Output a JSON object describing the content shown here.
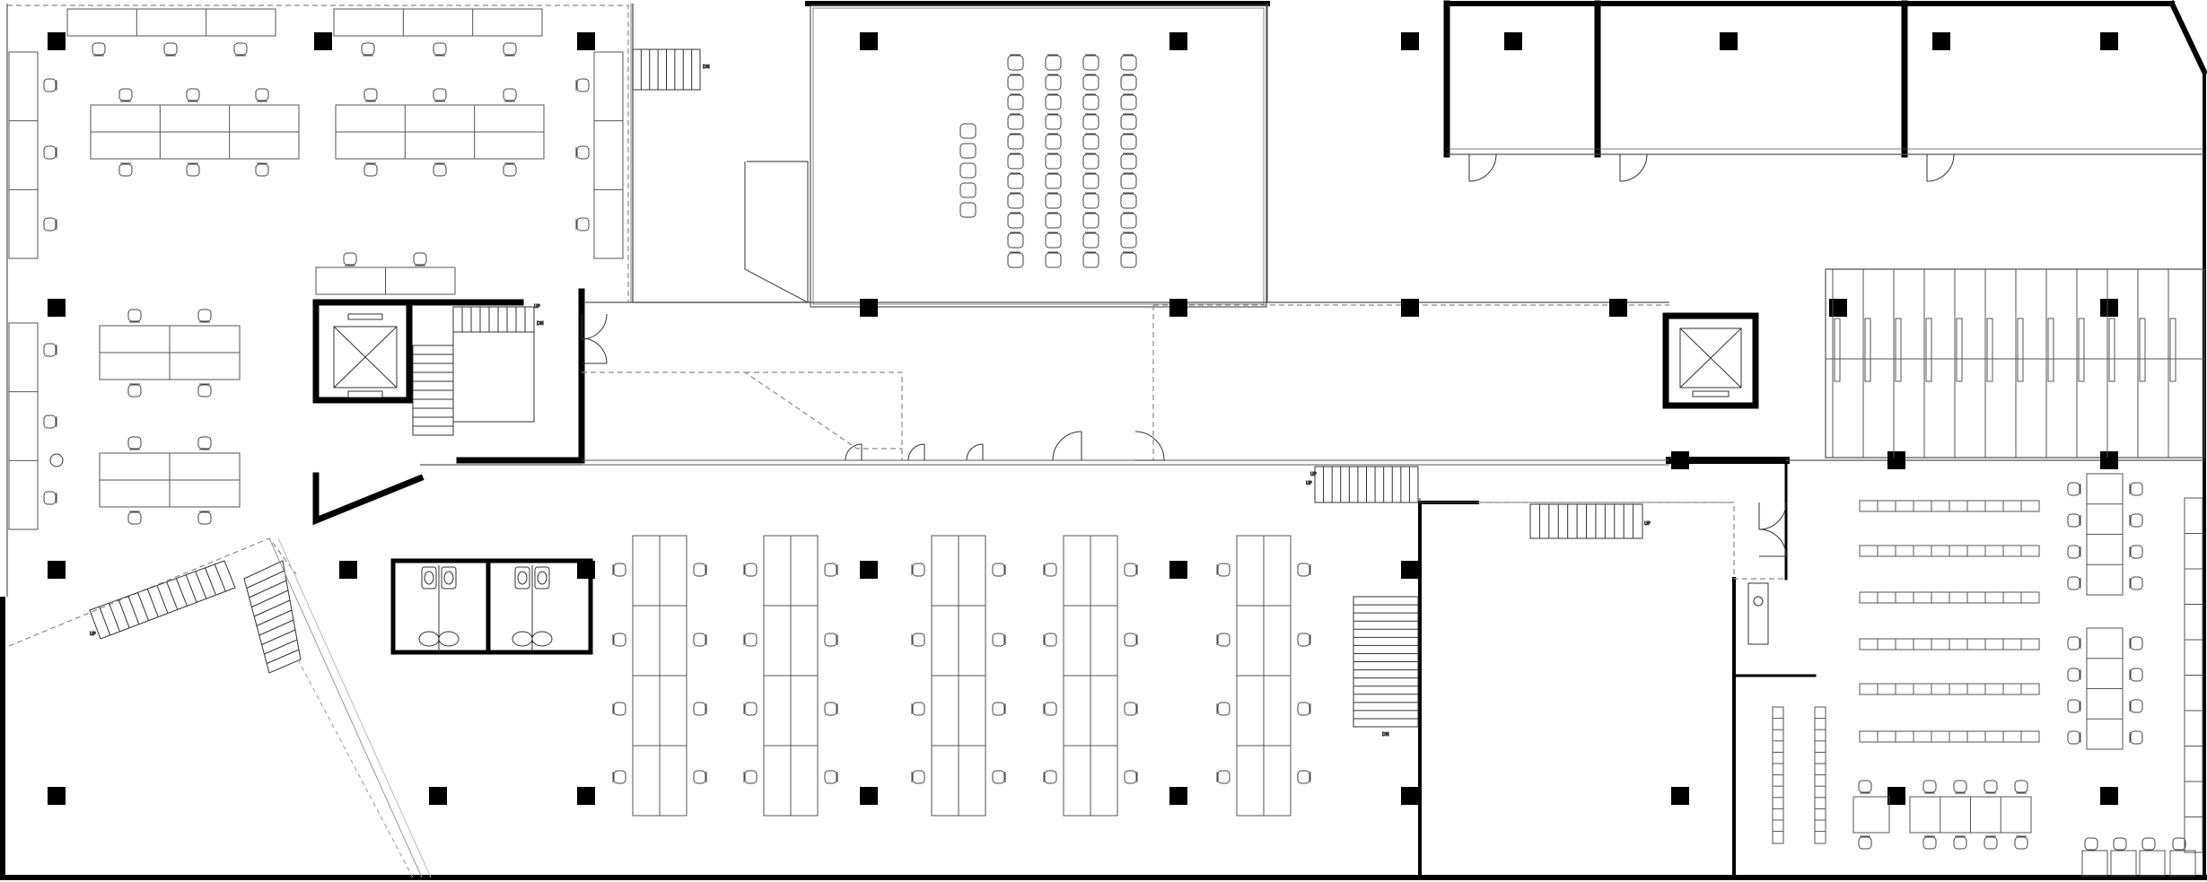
{
  "stair_labels": {
    "s1": "DN",
    "s2": "UP",
    "s3": "UP",
    "s4": "DN",
    "s5": "UP",
    "s6": "UP",
    "s7": "DN",
    "s8": "UP"
  },
  "colors": {
    "wall": "#000000",
    "line": "#444444",
    "thin": "#777777",
    "dash": "#8a8a8a",
    "column": "#000000"
  }
}
